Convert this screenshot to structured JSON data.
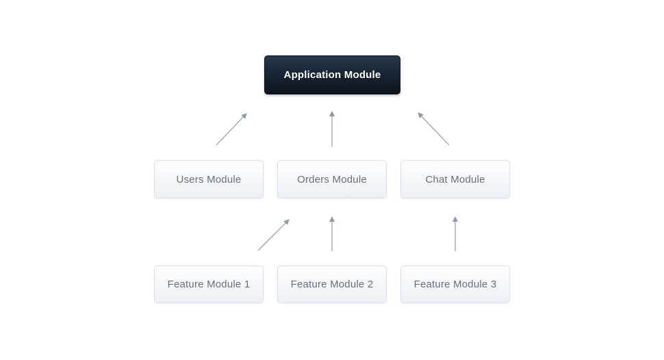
{
  "nodes": {
    "app": {
      "label": "Application Module"
    },
    "users": {
      "label": "Users Module"
    },
    "orders": {
      "label": "Orders Module"
    },
    "chat": {
      "label": "Chat Module"
    },
    "feature1": {
      "label": "Feature Module 1"
    },
    "feature2": {
      "label": "Feature Module 2"
    },
    "feature3": {
      "label": "Feature Module 3"
    }
  },
  "edges": [
    {
      "from": "users",
      "to": "app"
    },
    {
      "from": "orders",
      "to": "app"
    },
    {
      "from": "chat",
      "to": "app"
    },
    {
      "from": "feature1",
      "to": "orders"
    },
    {
      "from": "feature2",
      "to": "orders"
    },
    {
      "from": "feature3",
      "to": "chat"
    }
  ],
  "colors": {
    "background": "#ffffff",
    "app_box_gradient_top": "#26384a",
    "app_box_gradient_bottom": "#0e151e",
    "app_text": "#ffffff",
    "module_box_gradient_top": "#fcfdfe",
    "module_box_gradient_bottom": "#ecf0f5",
    "module_border": "#d9e0e8",
    "module_text": "#65707d",
    "arrow": "#8d99a6"
  }
}
